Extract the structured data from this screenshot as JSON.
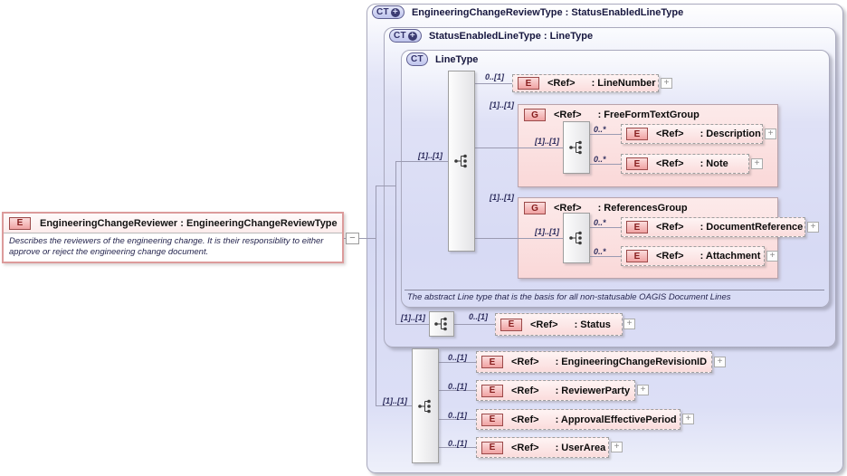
{
  "colors": {
    "container_fill": "#d7daf3",
    "container_border": "#a9a9bd",
    "element_fill": "#fbdede",
    "element_badge_border": "#9c4a4a",
    "group_fill": "#fad8d8",
    "ct_badge_fill": "#c9cdee",
    "line": "#9b9bb2"
  },
  "glyphs": {
    "expand": "+",
    "collapse": "−"
  },
  "root_box": {
    "badge": "E",
    "title": "EngineeringChangeReviewer : EngineeringChangeReviewType",
    "description": "Describes the reviewers of the engineering change. It is their responsiblity to either approve or reject the engineering change document."
  },
  "containers": {
    "outer": {
      "badge": "CT",
      "title": "EngineeringChangeReviewType : StatusEnabledLineType"
    },
    "middle": {
      "badge": "CT",
      "title": "StatusEnabledLineType : LineType"
    },
    "inner": {
      "badge": "CT",
      "title": "LineType",
      "footnote": "The abstract Line type that is the basis for all non-statusable OAGIS Document Lines",
      "seq_card": "[1]..[1]"
    }
  },
  "elements": {
    "line_number": {
      "card": "0..[1]",
      "badge": "E",
      "ref": "<Ref>",
      "name": ": LineNumber"
    },
    "description": {
      "card": "0..*",
      "badge": "E",
      "ref": "<Ref>",
      "name": ": Description"
    },
    "note": {
      "card": "0..*",
      "badge": "E",
      "ref": "<Ref>",
      "name": ": Note"
    },
    "document_reference": {
      "card": "0..*",
      "badge": "E",
      "ref": "<Ref>",
      "name": ": DocumentReference"
    },
    "attachment": {
      "card": "0..*",
      "badge": "E",
      "ref": "<Ref>",
      "name": ": Attachment"
    },
    "status": {
      "card": "0..[1]",
      "badge": "E",
      "ref": "<Ref>",
      "name": ": Status",
      "seq_card": "[1]..[1]"
    },
    "revision_id": {
      "card": "0..[1]",
      "badge": "E",
      "ref": "<Ref>",
      "name": ": EngineeringChangeRevisionID"
    },
    "reviewer_party": {
      "card": "0..[1]",
      "badge": "E",
      "ref": "<Ref>",
      "name": ": ReviewerParty"
    },
    "approval_period": {
      "card": "0..[1]",
      "badge": "E",
      "ref": "<Ref>",
      "name": ": ApprovalEffectivePeriod"
    },
    "user_area": {
      "card": "0..[1]",
      "badge": "E",
      "ref": "<Ref>",
      "name": ": UserArea"
    }
  },
  "groups": {
    "freeform": {
      "card": "[1]..[1]",
      "inner_card": "[1]..[1]",
      "badge": "G",
      "ref": "<Ref>",
      "name": ": FreeFormTextGroup"
    },
    "references": {
      "card": "[1]..[1]",
      "inner_card": "[1]..[1]",
      "badge": "G",
      "ref": "<Ref>",
      "name": ": ReferencesGroup"
    }
  },
  "bottom_sequence": {
    "card": "[1]..[1]"
  }
}
